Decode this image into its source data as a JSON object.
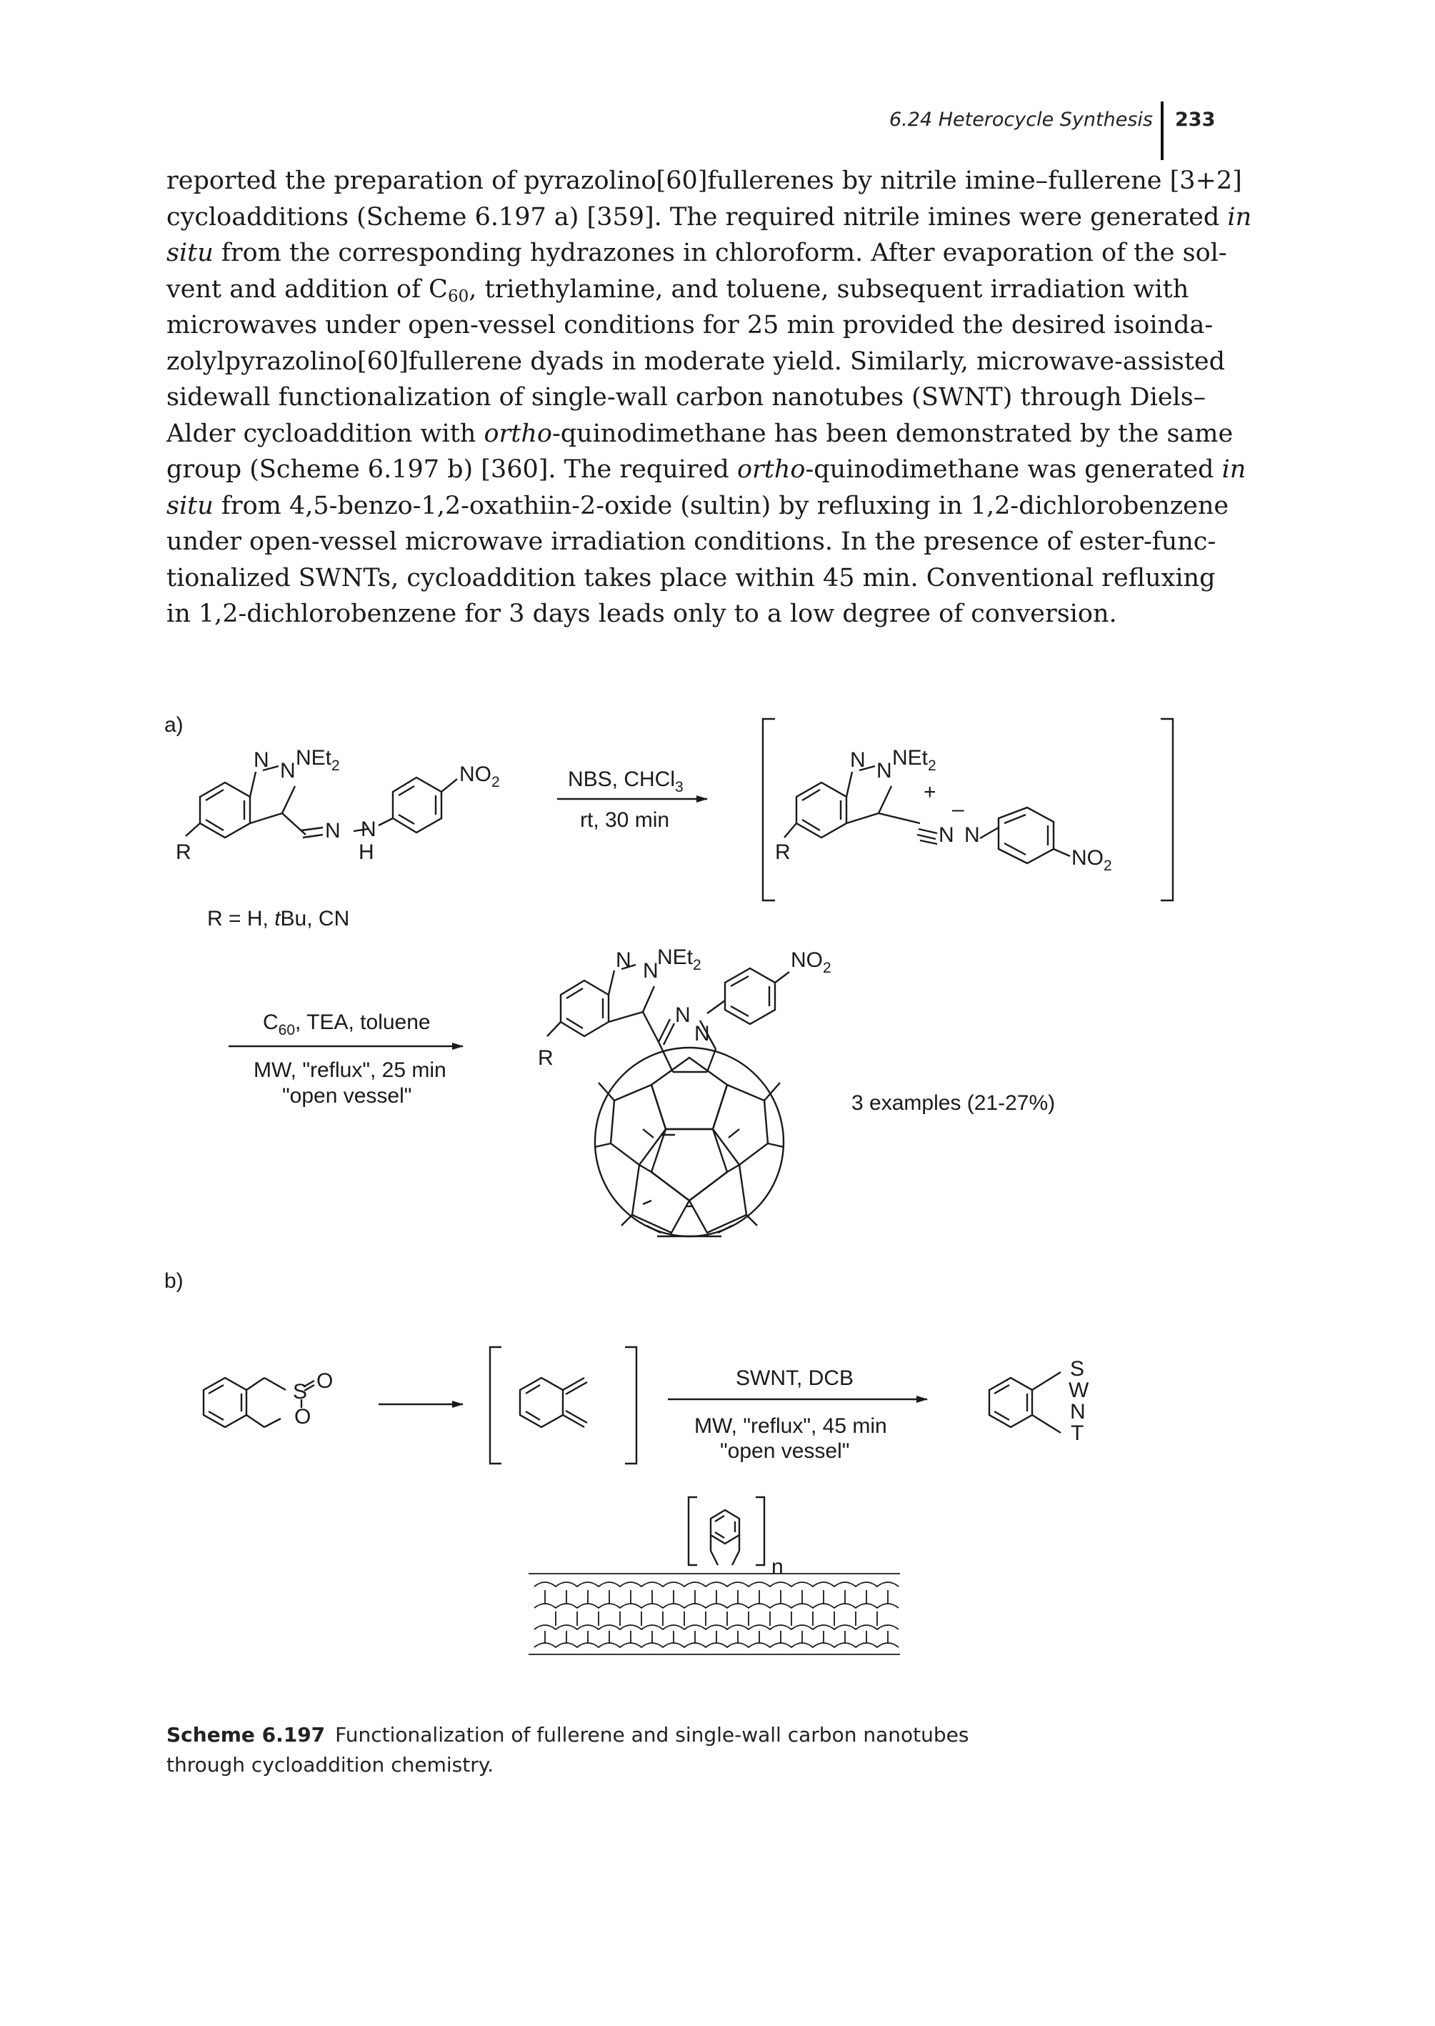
{
  "header": {
    "section": "6.24 Heterocycle Synthesis",
    "page_number": "233"
  },
  "body": {
    "line1": "reported the preparation of pyrazolino[60]fullerenes by nitrile imine–fullerene [3+2]",
    "line2": "cycloadditions (Scheme 6.197 a) [359]. The required nitrile imines were generated",
    "line2_it": "in",
    "line3_it": "situ",
    "line3": "from the corresponding hydrazones in chloroform. After evaporation of the sol-",
    "line4a": "vent and addition of C",
    "line4_sub": "60",
    "line4b": ", triethylamine, and toluene, subsequent irradiation with",
    "line5": "microwaves under open-vessel conditions for 25 min provided the desired isoinda-",
    "line6": "zolylpyrazolino[60]fullerene dyads in moderate yield. Similarly, microwave-assisted",
    "line7": "sidewall functionalization of single-wall carbon nanotubes (SWNT) through Diels–",
    "line8a": "Alder cycloaddition with",
    "line8_it": "ortho",
    "line8b": "-quinodimethane has been demonstrated by the same",
    "line9": "group (Scheme 6.197 b) [360]. The required",
    "line9_it": "ortho",
    "line9b": "-quinodimethane was generated",
    "line9_it2": "in",
    "line10_it": "situ",
    "line10": "from 4,5-benzo-1,2-oxathiin-2-oxide (sultin) by refluxing in 1,2-dichlorobenzene",
    "line11": "under open-vessel microwave irradiation conditions. In the presence of ester-func-",
    "line12": "tionalized SWNTs, cycloaddition takes place within 45 min. Conventional refluxing",
    "line13": "in 1,2-dichlorobenzene for 3 days leads only to a low degree of conversion."
  },
  "scheme": {
    "label_a": "a)",
    "label_b": "b)",
    "netj": "NEt",
    "two": "2",
    "n": "N",
    "h": "H",
    "r": "R",
    "no2": "NO",
    "plus": "+",
    "minus": "–",
    "r_def_prefix": "R = H, ",
    "r_def_tbu": "t",
    "r_def_bu": "Bu, CN",
    "step1_above_a": "NBS, CHCl",
    "step1_above_sub": "3",
    "step1_below": "rt, 30 min",
    "step2_above_a": "C",
    "step2_above_sub": "60",
    "step2_above_b": ", TEA, toluene",
    "step2_below1": "MW, \"reflux\", 25 min",
    "step2_below2": "\"open vessel\"",
    "yield_note": "3 examples (21-27%)",
    "s": "S",
    "o": "O",
    "step3_above": "SWNT, DCB",
    "step3_below1": "MW, \"reflux\", 45 min",
    "step3_below2": "\"open vessel\"",
    "swnt_s": "S",
    "swnt_w": "W",
    "swnt_n": "N",
    "swnt_t": "T",
    "repeat_n": "n"
  },
  "caption": {
    "label": "Scheme 6.197",
    "text_line1": "Functionalization of fullerene and single-wall carbon nanotubes",
    "text_line2": "through cycloaddition chemistry."
  }
}
